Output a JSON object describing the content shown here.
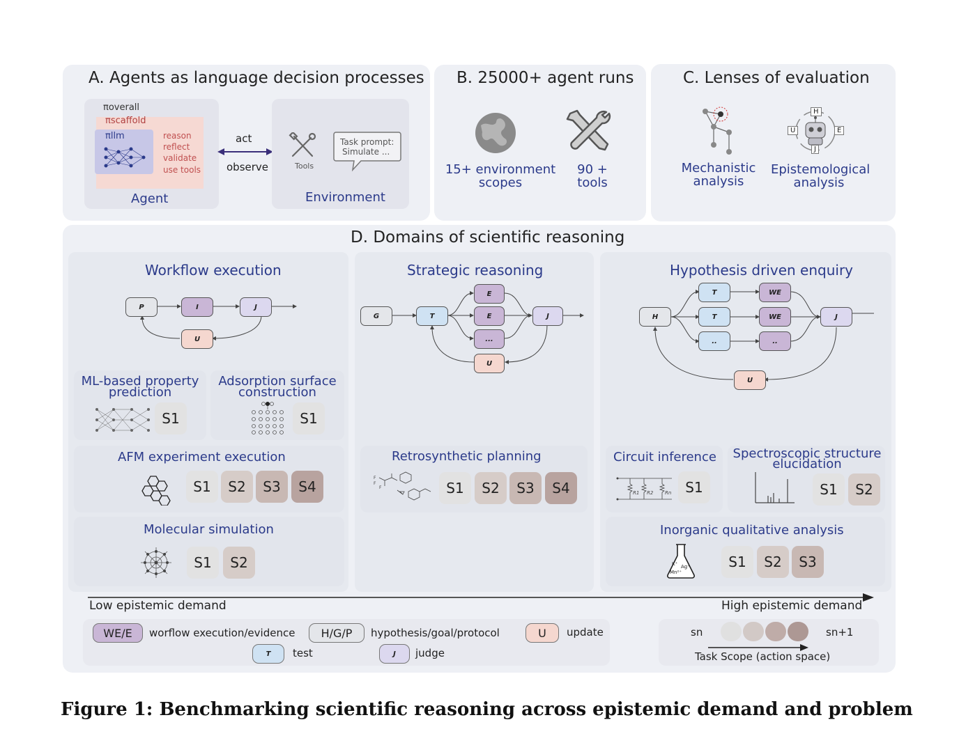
{
  "panel_a": {
    "title": "A.  Agents as language decision processes",
    "pi_overall": "πoverall",
    "pi_scaffold": "πscaffold",
    "pi_llm": "πllm",
    "capabilities": [
      "reason",
      "reflect",
      "validate",
      "use tools"
    ],
    "agent_label": "Agent",
    "act": "act",
    "observe": "observe",
    "tools_label": "Tools",
    "task_prompt": "Task prompt:",
    "simulate": "Simulate ...",
    "environment_label": "Environment"
  },
  "panel_b": {
    "title": "B. 25000+ agent runs",
    "env_label": "15+ environment scopes",
    "tools_label": "90 + tools"
  },
  "panel_c": {
    "title": "C. Lenses of evaluation",
    "mech_label": "Mechanistic analysis",
    "epi_label": "Epistemological analysis",
    "ring_letters": [
      "H",
      "E",
      "J",
      "U"
    ]
  },
  "panel_d": {
    "title": "D. Domains of scientific reasoning",
    "workflow_title": "Workflow execution",
    "strategic_title": "Strategic reasoning",
    "hypothesis_title": "Hypothesis driven enquiry",
    "nodes": {
      "P": "P",
      "I": "I",
      "J": "J",
      "U": "U",
      "G": "G",
      "T": "T",
      "E": "E",
      "dots3": "...",
      "H": "H",
      "WE": "WE",
      "dots2": ".."
    },
    "tasks": {
      "ml": "ML-based property prediction",
      "adsorption": "Adsorption surface construction",
      "afm": "AFM experiment execution",
      "molsim": "Molecular simulation",
      "retro": "Retrosynthetic planning",
      "circuit": "Circuit inference",
      "spectro": "Spectroscopic structure elucidation",
      "inorganic": "Inorganic qualitative analysis"
    },
    "badges": {
      "s1": "S1",
      "s2": "S2",
      "s3": "S3",
      "s4": "S4"
    },
    "circuit_resistors": [
      "R1",
      "R2",
      "Rn"
    ],
    "inorganic_ions": [
      "K⁺",
      "Ag⁺",
      "Mn²⁺"
    ]
  },
  "axis": {
    "low": "Low epistemic demand",
    "high": "High epistemic demand"
  },
  "legend": {
    "we_e": "WE/E",
    "we_e_desc": "worflow execution/evidence",
    "hgp": "H/G/P",
    "hgp_desc": "hypothesis/goal/protocol",
    "u": "U",
    "u_desc": "update",
    "t": "T",
    "t_desc": "test",
    "j": "J",
    "j_desc": "judge",
    "sn": "sn",
    "sn1": "sn+1",
    "scope": "Task Scope (action space)"
  },
  "caption": {
    "text": "Figure 1: Benchmarking scientific reasoning across epistemic demand and problem"
  },
  "colors": {
    "blue_text": "#2b3a8a",
    "panel_bg": "#eef0f5",
    "node_purple": "#c9b6d6",
    "node_blue": "#cfe2f3",
    "node_peach": "#f5d7cf"
  }
}
